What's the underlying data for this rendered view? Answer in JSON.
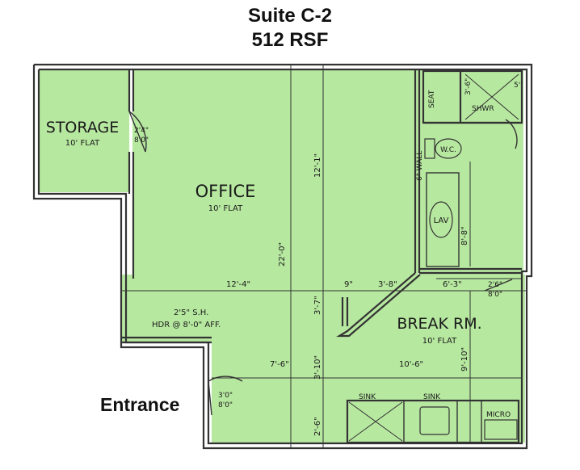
{
  "title": "Suite C-2",
  "subtitle": "512 RSF",
  "entrance": "Entrance",
  "colors": {
    "floor": "#b7e8a0",
    "wall": "#333333",
    "background": "#ffffff"
  },
  "rooms": {
    "storage": {
      "name": "STORAGE",
      "ceiling": "10' FLAT"
    },
    "office": {
      "name": "OFFICE",
      "ceiling": "10' FLAT"
    },
    "break_room": {
      "name": "BREAK RM.",
      "ceiling": "10' FLAT"
    }
  },
  "fixtures": {
    "seat": "SEAT",
    "shower": "SHWR",
    "wc": "W.C.",
    "lav": "LAV",
    "sink1": "SINK",
    "sink2": "SINK",
    "micro": "MICRO",
    "wall_note": "6\" WALL",
    "header_note_1": "2'5\" S.H.",
    "header_note_2": "HDR @ 8'-0\" AFF."
  },
  "doors": {
    "storage_door": {
      "top": "2'4\"",
      "bottom": "8'0\""
    },
    "break_door": {
      "top": "2'6\"",
      "bottom": "8'0\""
    },
    "entry_door": {
      "top": "3'0\"",
      "bottom": "8'0\""
    }
  },
  "dimensions": {
    "office_width": "12'-4\"",
    "office_depth": "22'-0\"",
    "office_upper": "12'-1\"",
    "mid_a": "3'-7\"",
    "mid_b": "3'-10\"",
    "mid_c": "2'-6\"",
    "entry_width": "7'-6\"",
    "break_width": "10'-6\"",
    "break_depth": "9'-10\"",
    "corridor_small": "9\"",
    "corridor_a": "3'-8\"",
    "corridor_b": "6'-3\"",
    "bath_depth": "8'-8\"",
    "shower_depth": "3'-6\"",
    "shower_width": "5'"
  }
}
